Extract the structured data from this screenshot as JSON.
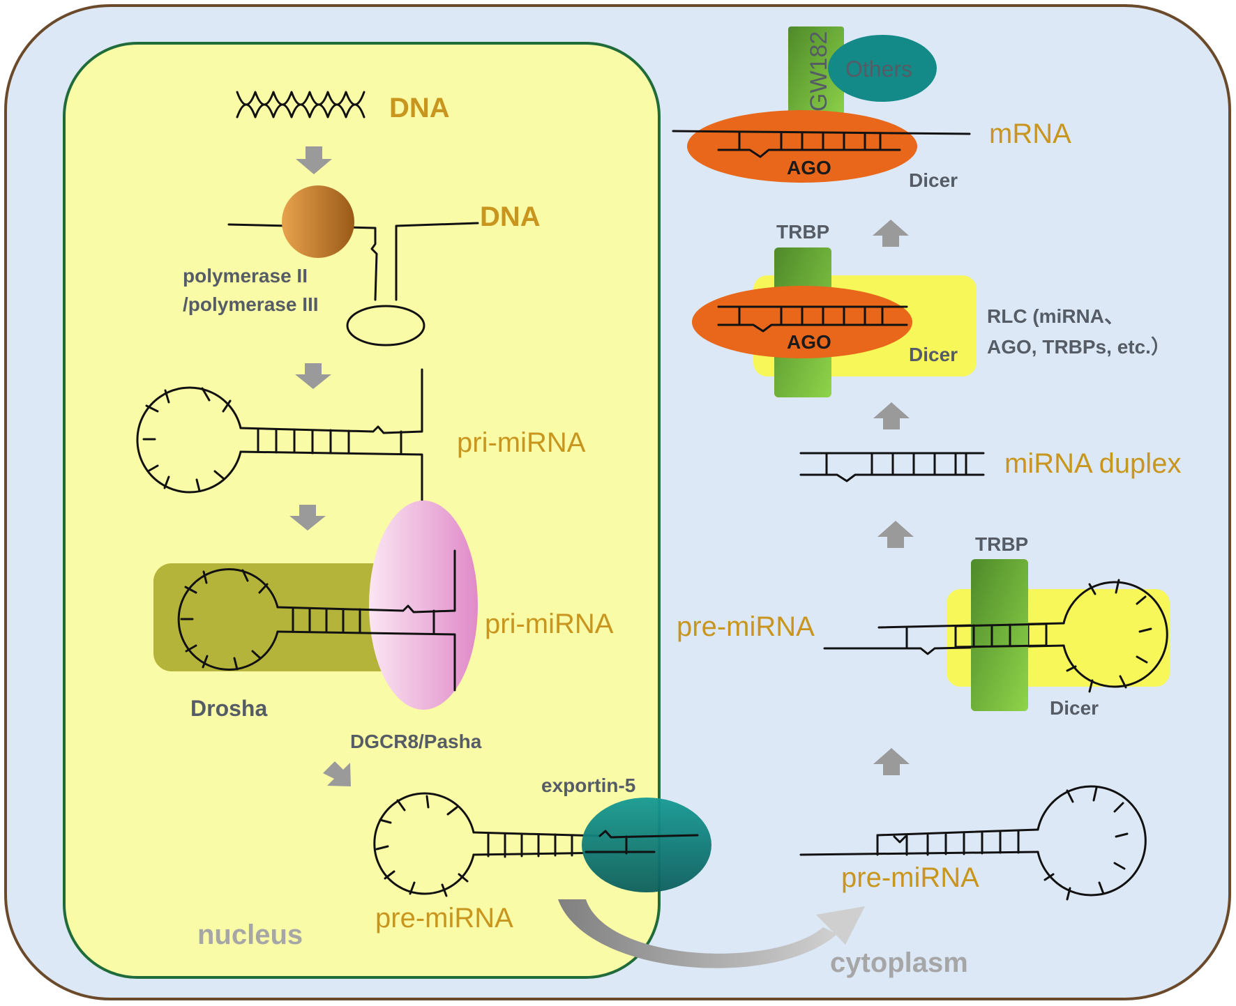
{
  "labels": {
    "dna_top": "DNA",
    "dna_second": "DNA",
    "polymerase_line1": "polymerase II",
    "polymerase_line2": "/polymerase III",
    "pri_mirna_1": "pri-miRNA",
    "pri_mirna_2": "pri-miRNA",
    "drosha": "Drosha",
    "dgcr8": "DGCR8/Pasha",
    "exportin": "exportin-5",
    "pre_mirna_nucleus": "pre-miRNA",
    "nucleus": "nucleus",
    "cytoplasm": "cytoplasm",
    "pre_mirna_cyto_bottom": "pre-miRNA",
    "pre_mirna_cyto_mid": "pre-miRNA",
    "trbp_mid": "TRBP",
    "dicer_mid": "Dicer",
    "mirna_duplex": "miRNA duplex",
    "trbp_rlc": "TRBP",
    "ago_rlc": "AGO",
    "dicer_rlc": "Dicer",
    "rlc_line1": "RLC (miRNA、",
    "rlc_line2": "AGO, TRBPs, etc.）",
    "gw182": "GW182",
    "others": "Others",
    "ago_top": "AGO",
    "mrna": "mRNA",
    "dicer_top": "Dicer"
  },
  "colors": {
    "cell_fill": "#dce8f5",
    "cell_border": "#6b4a2b",
    "nucleus_fill": "#fafba6",
    "nucleus_border": "#1f6b3a",
    "gold_text": "#c8961e",
    "gray_text": "#555c66",
    "ago": "#e8671a",
    "trbp_green": "#6aae3a",
    "exportin_teal": "#138a87",
    "drosha_olive": "#b5b43a",
    "dgcr8_pink": "#e79ad0",
    "polymerase": "#c0772a",
    "dicer_yellow": "#f7f75a"
  }
}
